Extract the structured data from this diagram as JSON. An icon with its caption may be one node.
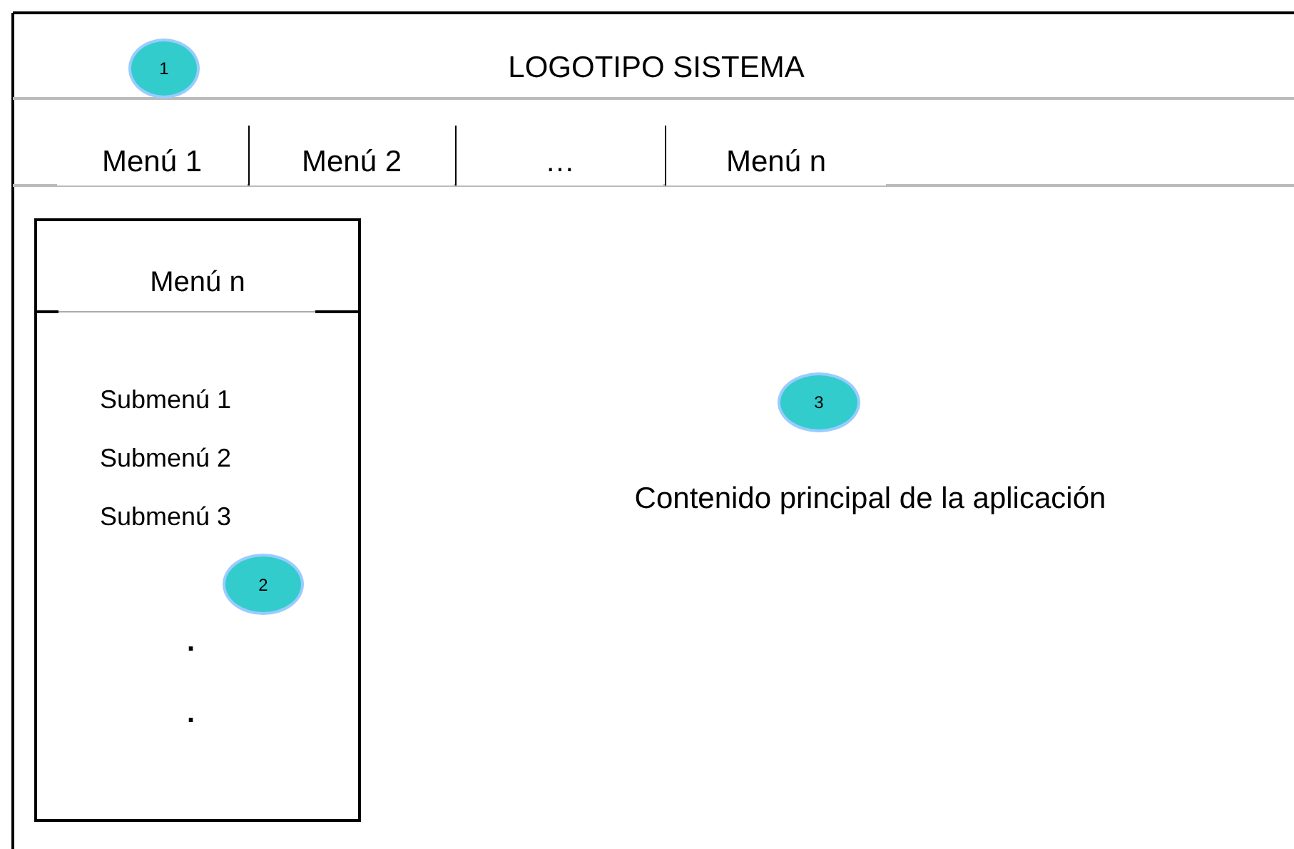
{
  "diagram": {
    "nodes": [
      {
        "text": [
          "1"
        ]
      },
      {
        "text": [
          "Menú 1"
        ]
      },
      {
        "text": [
          "Menú 2"
        ]
      },
      {
        "text": [
          "…"
        ]
      },
      {
        "text": [
          "Menú n"
        ]
      },
      {
        "text": [
          "Menú n",
          "Submenú 1",
          "Submenú 2",
          "Submenú 3",
          ".",
          "."
        ]
      },
      {
        "text": [
          "2"
        ],
        "in": 5
      },
      {
        "text": [
          "3"
        ]
      }
    ],
    "edges": [],
    "labels": [
      "LOGOTIPO SISTEMA",
      "Contenido principal de la aplicación"
    ]
  }
}
